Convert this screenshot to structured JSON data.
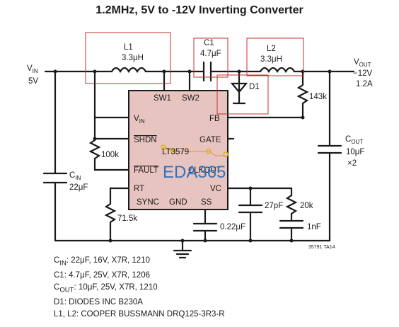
{
  "title": "1.2MHz, 5V to -12V Inverting Converter",
  "vin": {
    "name": "V",
    "sub": "IN",
    "value": "5V"
  },
  "vout": {
    "name": "V",
    "sub": "OUT",
    "value": "−12V",
    "current": "1.2A"
  },
  "l1": {
    "name": "L1",
    "value": "3.3μH"
  },
  "c1": {
    "name": "C1",
    "value": "4.7μF"
  },
  "l2": {
    "name": "L2",
    "value": "3.3μH"
  },
  "d1": {
    "name": "D1"
  },
  "r_fb": {
    "value": "143k"
  },
  "cout": {
    "name": "C",
    "sub": "OUT",
    "value": "10μF",
    "mult": "×2"
  },
  "cin": {
    "name": "C",
    "sub": "IN",
    "value": "22μF"
  },
  "r_pullup": {
    "value": "100k"
  },
  "r_rt": {
    "value": "71.5k"
  },
  "c_ss": {
    "value": "0.22μF"
  },
  "c_vc1": {
    "value": "27pF"
  },
  "r_vc": {
    "value": "20k"
  },
  "c_vc2": {
    "value": "1nF"
  },
  "ic": {
    "part": "LT3579",
    "pins": {
      "sw1": "SW1",
      "sw2": "SW2",
      "vin": "V",
      "vin_sub": "IN",
      "fb": "FB",
      "shdn": "SHDN",
      "gate": "GATE",
      "fault": "FAULT",
      "clkout": "CLKOUT",
      "rt": "RT",
      "vc": "VC",
      "sync": "SYNC",
      "gnd": "GND",
      "ss": "SS"
    }
  },
  "figure_id": "35791 TA14",
  "watermark": "EDA365",
  "notes": [
    {
      "pre": "C",
      "sub": "IN",
      "post": ": 22μF, 16V, X7R, 1210"
    },
    {
      "pre": "C1: 4.7μF, 25V, X7R, 1206",
      "sub": "",
      "post": ""
    },
    {
      "pre": "C",
      "sub": "OUT",
      "post": ": 10μF, 25V, X7R, 1210"
    },
    {
      "pre": "D1: DIODES INC B230A",
      "sub": "",
      "post": ""
    },
    {
      "pre": "L1, L2: COOPER BUSSMANN DRQ125-3R3-R",
      "sub": "",
      "post": ""
    }
  ],
  "colors": {
    "ic_fill": "#e8c4c0",
    "highlight": "#c0302a",
    "wire": "#1a1a1a",
    "watermark": "#2f74c0",
    "trace": "#e0b020"
  }
}
